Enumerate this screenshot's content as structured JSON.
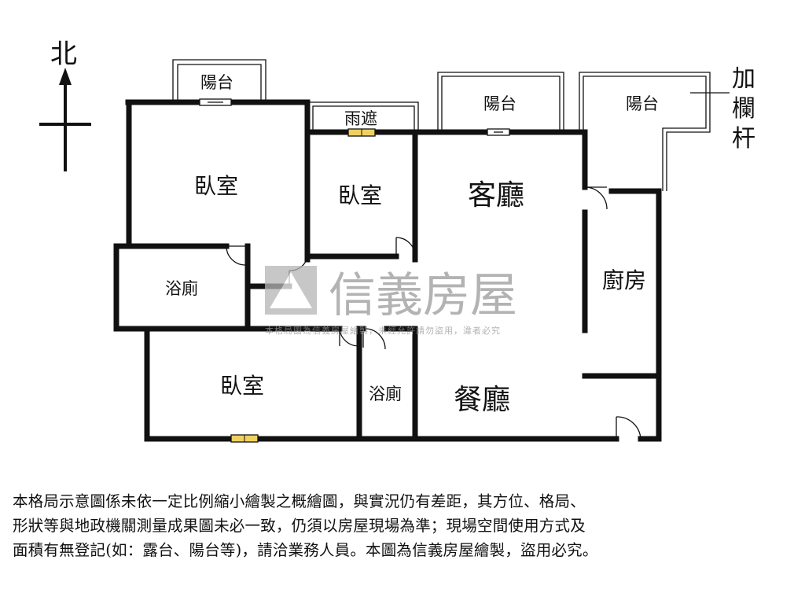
{
  "compass": {
    "north_label": "北"
  },
  "rooms": {
    "bedroom_nw": "臥室",
    "bedroom_center": "臥室",
    "bedroom_south": "臥室",
    "living_room": "客廳",
    "dining_room": "餐廳",
    "kitchen": "廚房",
    "bathroom_west": "浴廁",
    "bathroom_center": "浴廁",
    "balcony_nw": "陽台",
    "balcony_center": "陽台",
    "balcony_east": "陽台",
    "canopy": "雨遮"
  },
  "annotation": {
    "railing_line1": "加",
    "railing_line2": "欄",
    "railing_line3": "杆"
  },
  "watermark": {
    "brand": "信義房屋",
    "notice": "本格局圖為信義房屋繪製，未經允許請勿盜用，違者必究"
  },
  "disclaimer": {
    "line1": "本格局示意圖係未依一定比例縮小繪製之概繪圖，與實況仍有差距，其方位、格局、",
    "line2": "形狀等與地政機關測量成果圖未必一致，仍須以房屋現場為準；現場空間使用方式及",
    "line3": "面積有無登記(如：露台、陽台等)，請洽業務人員。本圖為信義房屋繪製，盜用必究。"
  },
  "colors": {
    "wall": "#111111",
    "window": "#f0d060",
    "watermark": "#9a9a9a"
  }
}
